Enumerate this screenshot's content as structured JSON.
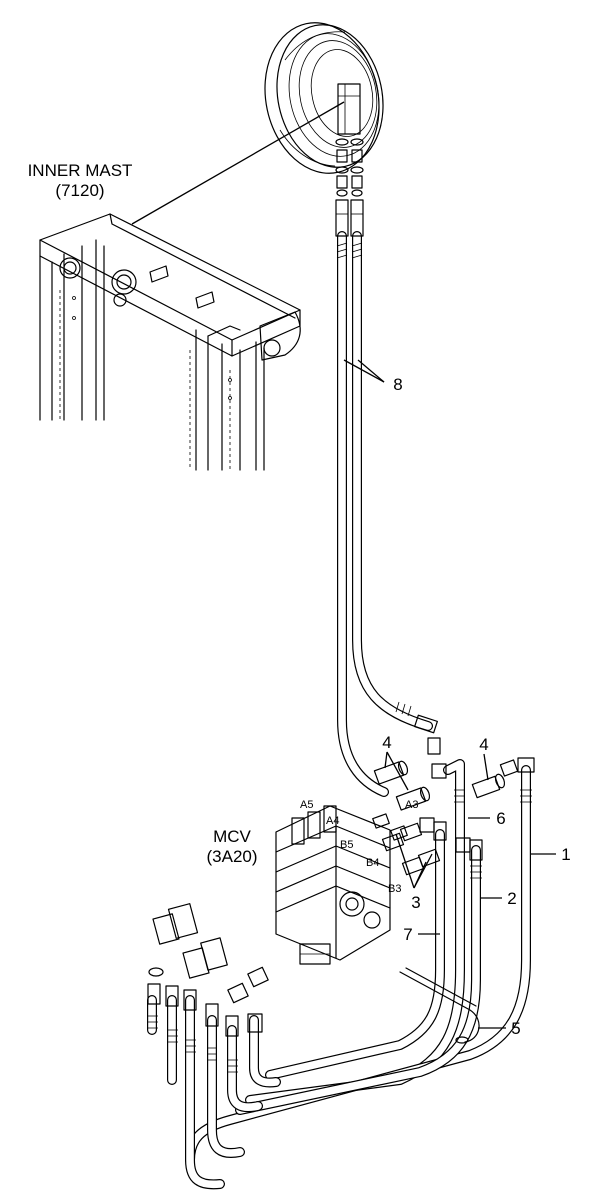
{
  "labels": {
    "inner_mast_line1": "INNER MAST",
    "inner_mast_line2": "(7120)",
    "mcv_line1": "MCV",
    "mcv_line2": "(3A20)",
    "ports": {
      "a5": "A5",
      "a4": "A4",
      "a3": "A3",
      "b5": "B5",
      "b4": "B4",
      "b3": "B3"
    },
    "callouts": {
      "c1": "1",
      "c2": "2",
      "c3": "3",
      "c4_left": "4",
      "c4_right": "4",
      "c5": "5",
      "c6": "6",
      "c7": "7",
      "c8": "8"
    }
  }
}
